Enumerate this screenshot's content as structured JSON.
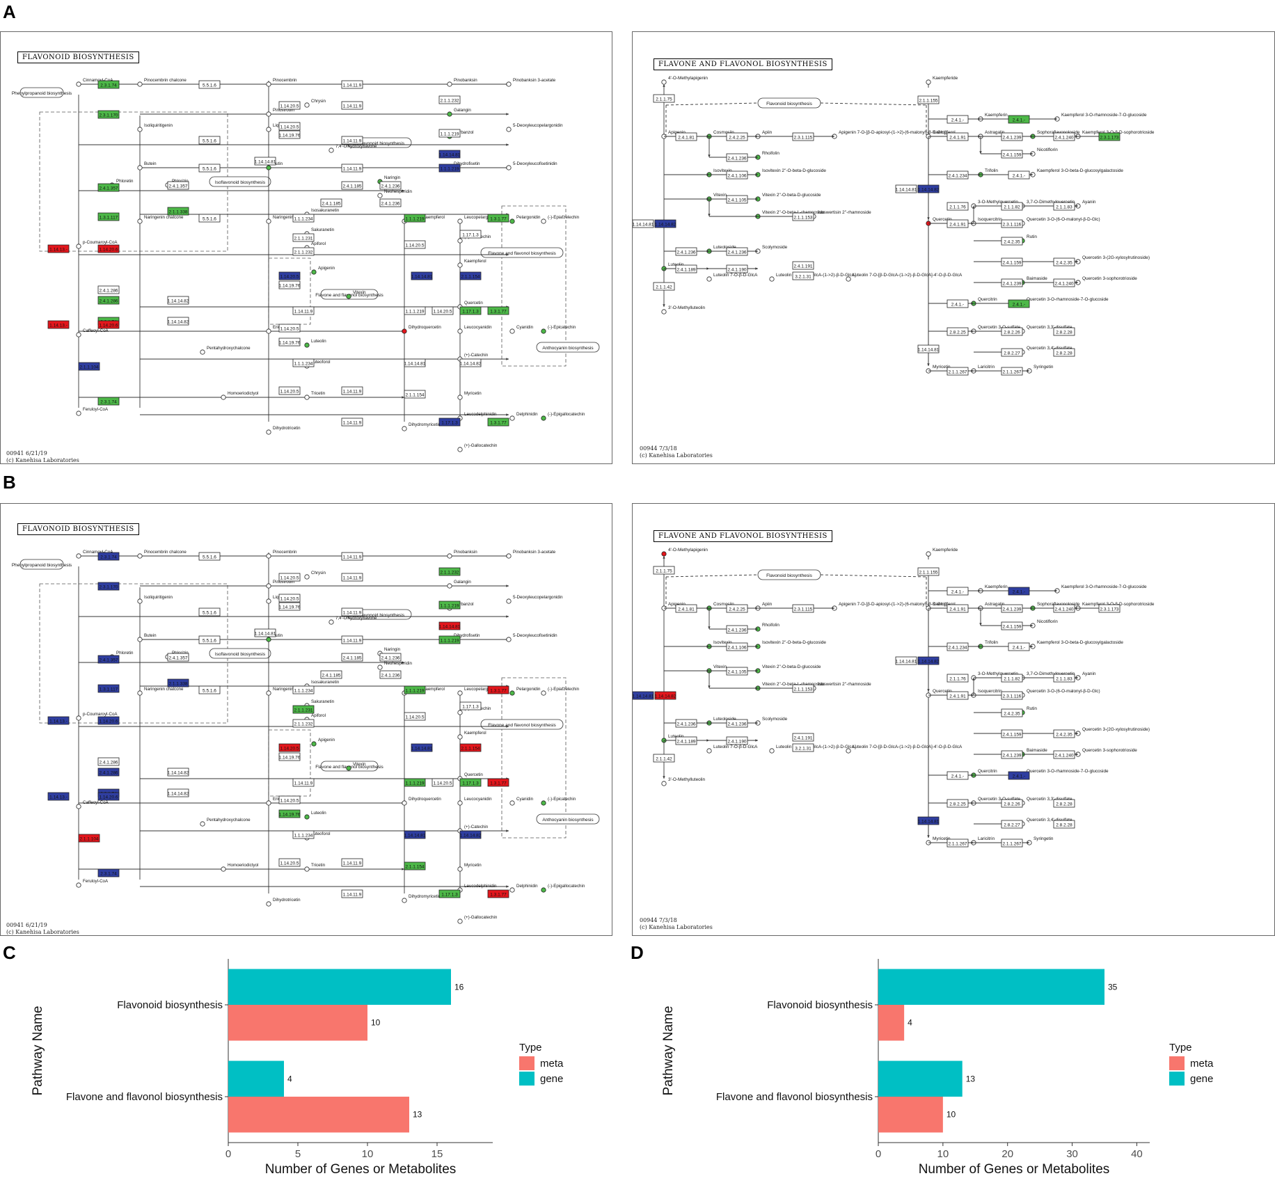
{
  "panels": {
    "A": "A",
    "B": "B",
    "C": "C",
    "D": "D"
  },
  "maps": [
    {
      "id": "A1",
      "title": "FLAVONOID BIOSYNTHESIS",
      "footer_code": "00941 6/21/19",
      "footer_credit": "(c) Kanehisa Laboratories",
      "kind": "flavonoid"
    },
    {
      "id": "A2",
      "title": "FLAVONE AND FLAVONOL BIOSYNTHESIS",
      "footer_code": "00944 7/3/18",
      "footer_credit": "(c) Kanehisa Laboratories",
      "kind": "flavone"
    },
    {
      "id": "B1",
      "title": "FLAVONOID BIOSYNTHESIS",
      "footer_code": "00941 6/21/19",
      "footer_credit": "(c) Kanehisa Laboratories",
      "kind": "flavonoid"
    },
    {
      "id": "B2",
      "title": "FLAVONE AND FLAVONOL BIOSYNTHESIS",
      "footer_code": "00944 7/3/18",
      "footer_credit": "(c) Kanehisa Laboratories",
      "kind": "flavone"
    }
  ],
  "flavonoid_nodes": {
    "compounds": [
      "Cinnamoyl-CoA",
      "Pinocembrin chalcone",
      "Pinocembrin",
      "Pinobanksin",
      "Pinobanksin 3-acetate",
      "Chrysin",
      "Pinostrobin",
      "Liquiritigenin",
      "Galangin",
      "5-Deoxyleucopelargonidin",
      "Isoliquiritigenin",
      "7,4'-Dihydroxyflavone",
      "Garbanzol",
      "Butein",
      "Butin",
      "Dihydrofisetin",
      "5-Deoxyleucofisetinidin",
      "Phloretin",
      "Phlorizin",
      "Naringin",
      "Naringenin chalcone",
      "Naringenin",
      "Neohesperidin",
      "Isosakuranetin",
      "Sakuranetin",
      "Apiforol",
      "Dihydrokaempferol",
      "Leucopelargonidin",
      "Pelargonidin",
      "(-)-Epiafzelechin",
      "(+)-Afzelechin",
      "Kaempferol",
      "Apigenin",
      "Vitexin",
      "Quercetin",
      "Eriodictyol",
      "Luteolin",
      "Luteoforol",
      "Dihydroquercetin",
      "Leucocyanidin",
      "Cyanidin",
      "(-)-Epicatechin",
      "(+)-Catechin",
      "Tricetin",
      "Dihydrotricetin",
      "Myricetin",
      "Dihydromyricetin",
      "Leucodelphinidin",
      "Delphinidin",
      "(-)-Epigallocatechin",
      "(+)-Gallocatechin",
      "Homoeriodictyol",
      "Feruloyl-CoA",
      "Caffeoyl-CoA",
      "p-Coumaroyl-CoA",
      "Pentahydroxychalcone"
    ],
    "enzymes": [
      "2.3.1.74",
      "5.5.1.6",
      "1.14.11.9",
      "1.14.20.5",
      "1.1.1.219",
      "2.4.1.286",
      "1.14.19.76",
      "2.3.1.170",
      "2.4.1.357",
      "2.1.1.338",
      "2.4.1.185",
      "2.4.1.236",
      "1.14.14.81",
      "1.14.14.82",
      "1.3.1.117",
      "1.17.1.3",
      "1.3.1.77",
      "1.1.1.234",
      "2.1.1.231",
      "2.1.1.232",
      "2.1.1.154",
      "1.14.13.-",
      "1.14.20.6",
      "2.1.1.104"
    ],
    "pathway_links": [
      "Phenylpropanoid biosynthesis",
      "Isoflavonoid biosynthesis",
      "Flavone and flavonol biosynthesis",
      "Anthocyanin biosynthesis"
    ]
  },
  "flavone_nodes": {
    "compounds": [
      "4'-O-Methylapigenin",
      "Apigenin",
      "Cosmosiin",
      "Apiin",
      "Apigenin 7-O-[β-D-apiosyl-(1->2)-(6-malonyl)-β-D-Glc)]",
      "Rhoifolin",
      "Isovitexin",
      "Isovitexin 2''-O-beta-D-glucoside",
      "Vitexin",
      "Vitexin 2''-O-beta-D-glucoside",
      "Vitexin 2''-O-beta-L-rhamnoside",
      "Isoswertisin 2''-rhamnoside",
      "Luteoloside",
      "Scolymoside",
      "Luteolin",
      "Luteolin 7-O-β-D-GlcA",
      "Luteolin 7-O-[β-D-GlcA-(1->2)-β-D-GlcA]",
      "Luteolin 7-O-[β-D-GlcA-(1->2)-β-D-GlcA]-4'-O-β-D-GlcA",
      "3'-O-Methylluteolin",
      "Kaempferide",
      "Kaempferol",
      "Kaempferin",
      "Kaempferol 3-O-rhamnoside-7-O-glucoside",
      "Astragalin",
      "Sophoraflavonoloside",
      "Kaempferol 3-O-β-D-sophorotrioside",
      "Nicotiflorin",
      "Trifolin",
      "Kaempferol 3-O-beta-D-glucosylgalactoside",
      "Quercetin",
      "3-O-Methylquercetin",
      "3,7-O-Dimethylquercetin",
      "Ayanin",
      "Isoquercitrin",
      "Quercetin 3-O-(6-O-malonyl-β-D-Glc)",
      "Rutin",
      "Quercetin 3-(2G-xylosylrutinoside)",
      "Baimaside",
      "Quercetin 3-sophorotrioside",
      "Quercitrin",
      "Quercetin 3-O-rhamnoside-7-O-glucoside",
      "Quercetin 3-O-sulfate",
      "Quercetin 3,3'-disulfate",
      "Quercetin 3,4'-disulfate",
      "Myricetin",
      "Laricitrin",
      "Syringetin"
    ],
    "enzymes": [
      "2.1.1.75",
      "2.4.1.81",
      "2.4.2.25",
      "2.3.1.115",
      "2.4.1.236",
      "2.4.1.106",
      "2.4.1.105",
      "2.1.1.153",
      "2.4.1.189",
      "2.4.1.190",
      "2.4.1.191",
      "3.2.1.31",
      "2.1.1.42",
      "2.1.1.155",
      "2.4.1.-",
      "2.4.1.91",
      "2.4.1.239",
      "2.4.1.240",
      "2.3.1.173",
      "2.4.1.159",
      "2.4.1.234",
      "2.1.1.76",
      "2.1.1.82",
      "2.1.1.83",
      "2.3.1.116",
      "2.4.2.35",
      "2.8.2.25",
      "2.8.2.26",
      "2.8.2.27",
      "2.8.2.28",
      "2.1.1.267",
      "1.14.14.81",
      "1.14.14.82"
    ],
    "pathway_links": [
      "Flavonoid biosynthesis"
    ]
  },
  "colors": {
    "meta": "#F8766D",
    "gene": "#00BFC4",
    "kegg_green": "#4db848",
    "kegg_red": "#e3161c",
    "kegg_blue": "#2f3ea0"
  },
  "chart_data": [
    {
      "type": "bar",
      "orientation": "horizontal",
      "panel": "C",
      "categories": [
        "Flavonoid biosynthesis",
        "Flavone and flavonol biosynthesis"
      ],
      "series": [
        {
          "name": "gene",
          "values": [
            16,
            4
          ]
        },
        {
          "name": "meta",
          "values": [
            10,
            13
          ]
        }
      ],
      "xlabel": "Number of Genes or Metabolites",
      "ylabel": "Pathway Name",
      "xlim": [
        0,
        19
      ],
      "xticks": [
        0,
        5,
        10,
        15
      ],
      "legend_title": "Type",
      "legend_position": "right"
    },
    {
      "type": "bar",
      "orientation": "horizontal",
      "panel": "D",
      "categories": [
        "Flavonoid biosynthesis",
        "Flavone and flavonol biosynthesis"
      ],
      "series": [
        {
          "name": "gene",
          "values": [
            35,
            13
          ]
        },
        {
          "name": "meta",
          "values": [
            4,
            10
          ]
        }
      ],
      "xlabel": "Number of Genes or Metabolites",
      "ylabel": "Pathway Name",
      "xlim": [
        0,
        42
      ],
      "xticks": [
        0,
        10,
        20,
        30,
        40
      ],
      "legend_title": "Type",
      "legend_position": "right"
    }
  ]
}
